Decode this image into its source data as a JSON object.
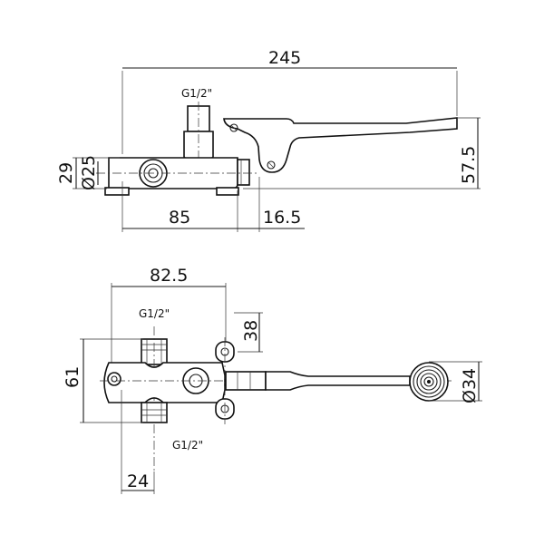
{
  "side_view": {
    "overall_length": "245",
    "height_right": "57.5",
    "height_left": "29",
    "diameter": "Ø25",
    "body_length": "85",
    "offset": "16.5",
    "thread_label": "G1/2\""
  },
  "top_view": {
    "width": "82.5",
    "height": "61",
    "mount_offset": "38",
    "pedal_diameter": "Ø34",
    "outlet_offset": "24",
    "thread_label_top": "G1/2\"",
    "thread_label_bottom": "G1/2\""
  }
}
